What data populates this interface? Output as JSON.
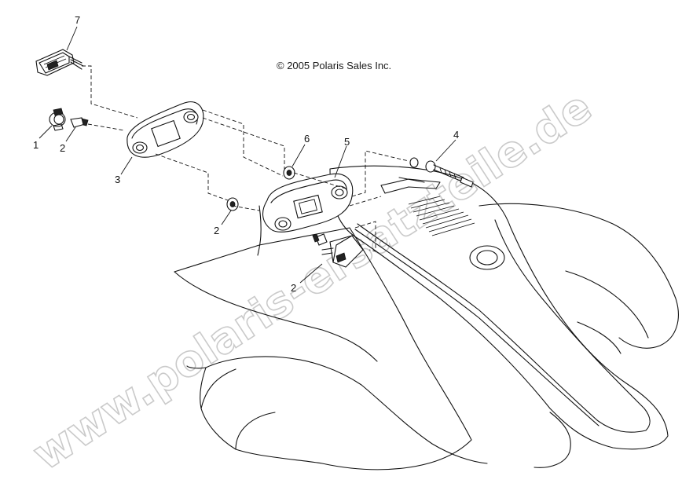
{
  "copyright": "© 2005 Polaris Sales Inc.",
  "watermark": "www.polaris-ersatzteile.de",
  "callouts": [
    {
      "id": "c7",
      "label": "7"
    },
    {
      "id": "c1",
      "label": "1"
    },
    {
      "id": "c2a",
      "label": "2"
    },
    {
      "id": "c3",
      "label": "3"
    },
    {
      "id": "c6",
      "label": "6"
    },
    {
      "id": "c5",
      "label": "5"
    },
    {
      "id": "c4",
      "label": "4"
    },
    {
      "id": "c2b",
      "label": "2"
    },
    {
      "id": "c2c",
      "label": "2"
    }
  ]
}
